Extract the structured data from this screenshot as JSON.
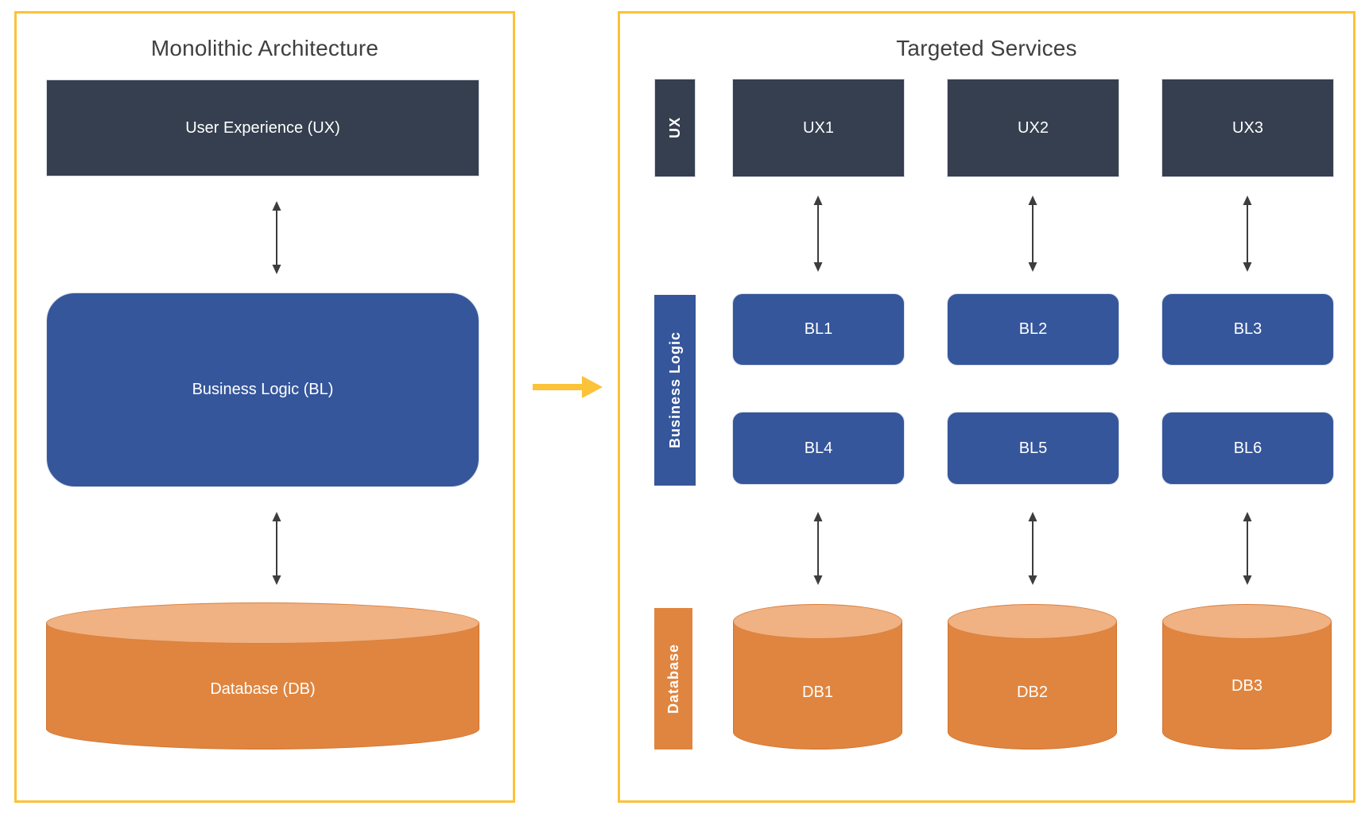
{
  "left_panel": {
    "title": "Monolithic Architecture",
    "ux_box": "User Experience (UX)",
    "bl_box": "Business Logic (BL)",
    "db_box": "Database (DB)"
  },
  "right_panel": {
    "title": "Targeted Services",
    "row_labels": {
      "ux": "UX",
      "bl": "Business Logic",
      "db": "Database"
    },
    "ux_boxes": [
      "UX1",
      "UX2",
      "UX3"
    ],
    "bl_boxes_row1": [
      "BL1",
      "BL2",
      "BL3"
    ],
    "bl_boxes_row2": [
      "BL4",
      "BL5",
      "BL6"
    ],
    "db_boxes": [
      "DB1",
      "DB2",
      "DB3"
    ]
  },
  "icons": {
    "vertical_double_arrow": "↕",
    "transform_arrow": "→"
  },
  "colors": {
    "panel_border": "#FCC238",
    "transform_arrow": "#FCC238",
    "navy": "#353F4F",
    "blue": "#35569B",
    "orange": "#E0853F",
    "orange_light": "#F0B183",
    "connector_arrow": "#3D3D3D",
    "title_text": "#3F3F3F",
    "box_text": "#FFFFFF"
  }
}
